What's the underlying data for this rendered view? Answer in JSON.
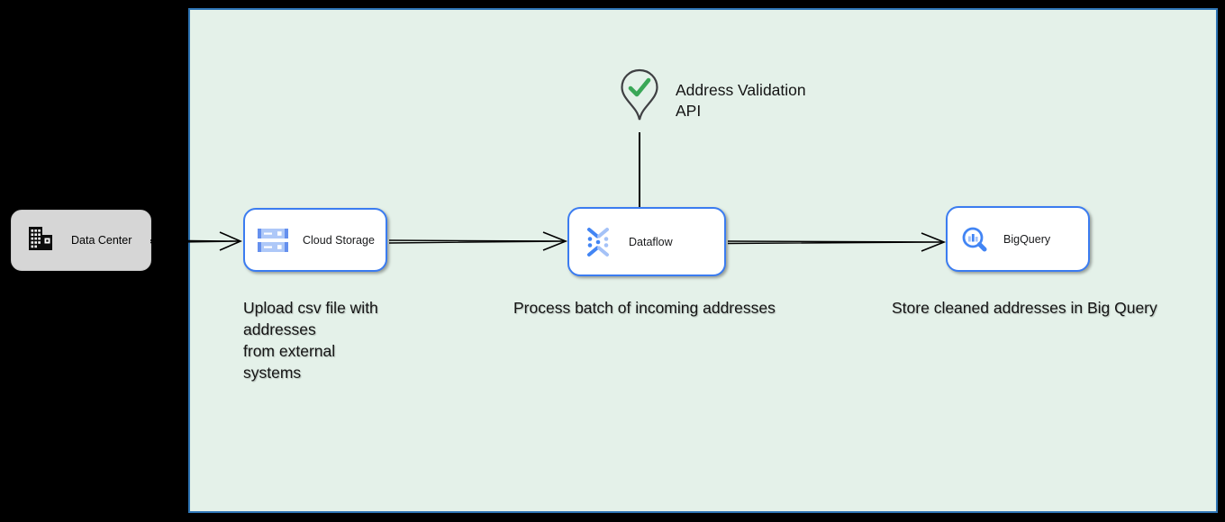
{
  "diagram": {
    "zone": {
      "name": "cloud-environment-zone",
      "fill": "#e4f1e9",
      "border_color": "#2e75b5"
    },
    "nodes": {
      "data_center": {
        "label": "Data Center",
        "icon": "building-icon",
        "fill": "#d6d6d6"
      },
      "cloud_storage": {
        "label": "Cloud Storage",
        "icon": "cloud-storage-icon",
        "border": "#3b7cf0"
      },
      "dataflow": {
        "label": "Dataflow",
        "icon": "dataflow-icon",
        "border": "#3b7cf0"
      },
      "bigquery": {
        "label": "BigQuery",
        "icon": "bigquery-icon",
        "border": "#3b7cf0"
      }
    },
    "annotation": {
      "label": "Address Validation\nAPI",
      "icon": "location-pin-check-icon",
      "pin_outline_color": "#3f4043",
      "check_color": "#3aa757"
    },
    "captions": {
      "upload": "Upload csv file with\naddresses\nfrom external\nsystems",
      "process": "Process batch of incoming addresses",
      "store": "Store cleaned addresses in Big Query"
    },
    "connections": [
      {
        "from": "Data Center",
        "to": "Cloud Storage",
        "style": "open-arrow"
      },
      {
        "from": "Cloud Storage",
        "to": "Dataflow",
        "style": "open-arrow"
      },
      {
        "from": "Dataflow",
        "to": "BigQuery",
        "style": "open-arrow"
      },
      {
        "from": "Address Validation API",
        "to": "Dataflow",
        "style": "plain-line"
      }
    ],
    "colors": {
      "icon_blue": "#4285f4",
      "icon_blue_light": "#a5c2f7",
      "arrow": "#000000",
      "background": "#000000"
    }
  }
}
